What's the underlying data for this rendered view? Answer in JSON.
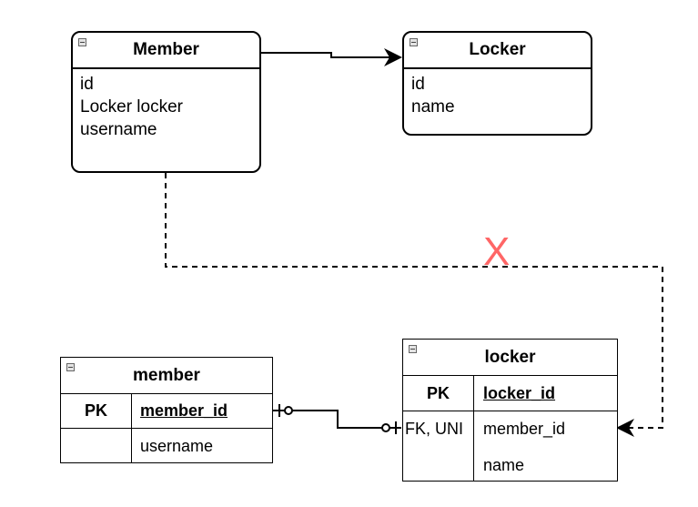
{
  "object_model": {
    "member": {
      "title": "Member",
      "attributes": [
        "id",
        "Locker locker",
        "username"
      ]
    },
    "locker": {
      "title": "Locker",
      "attributes": [
        "id",
        "name"
      ]
    }
  },
  "tables": {
    "member": {
      "title": "member",
      "rows": [
        {
          "key": "PK",
          "column": "member_id"
        },
        {
          "key": "",
          "column": "username"
        }
      ]
    },
    "locker": {
      "title": "locker",
      "rows": [
        {
          "key": "PK",
          "column": "locker_id"
        },
        {
          "key": "FK, UNI",
          "column": "member_id"
        },
        {
          "key": "",
          "column": "name"
        }
      ]
    }
  },
  "annotations": {
    "not_mapped_mark": "X",
    "mark_color": "#ff6666"
  }
}
